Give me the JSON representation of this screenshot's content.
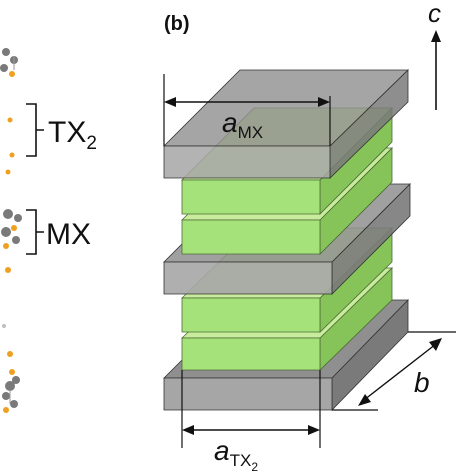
{
  "panel_label": "(b)",
  "axis_c": "c",
  "axis_b": "b",
  "label_mx_side": "MX",
  "label_tx_side": {
    "base": "TX",
    "sub": "2"
  },
  "label_a_mx": {
    "base": "a",
    "sub": "MX"
  },
  "label_a_tx": {
    "base": "a",
    "sub": "TX",
    "subsub": "2"
  },
  "colors": {
    "mx_top": "#8f8f8f",
    "mx_front": "#a6a6a6",
    "mx_side": "#7a7a7a",
    "tx_top": "#c8ec9c",
    "tx_front": "#a6e27a",
    "tx_side": "#86c45a",
    "atom_metal": "#7a7a7a",
    "atom_chalcogen": "#f0a020"
  }
}
